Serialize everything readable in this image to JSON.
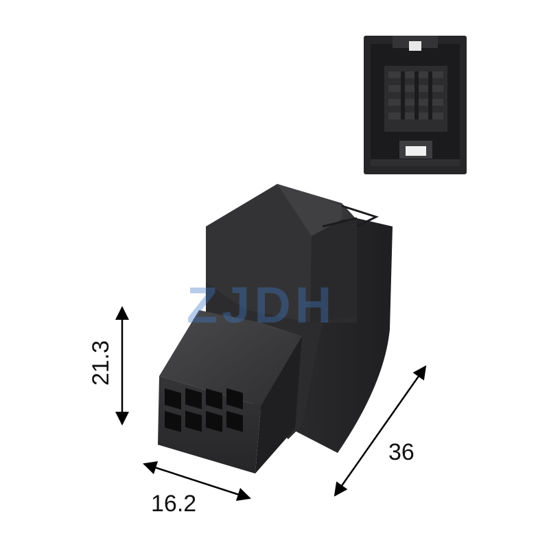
{
  "dimensions": {
    "height_label": "21.3",
    "width_label": "16.2",
    "length_label": "36"
  },
  "watermark": {
    "text": "ZJDH",
    "text_color": "#3e78c4",
    "star_color": "#e06a70"
  },
  "product": {
    "cavity_count": 8,
    "cavity_rows": 2,
    "cavity_columns": 4,
    "body_color": "#2b2b2d"
  }
}
